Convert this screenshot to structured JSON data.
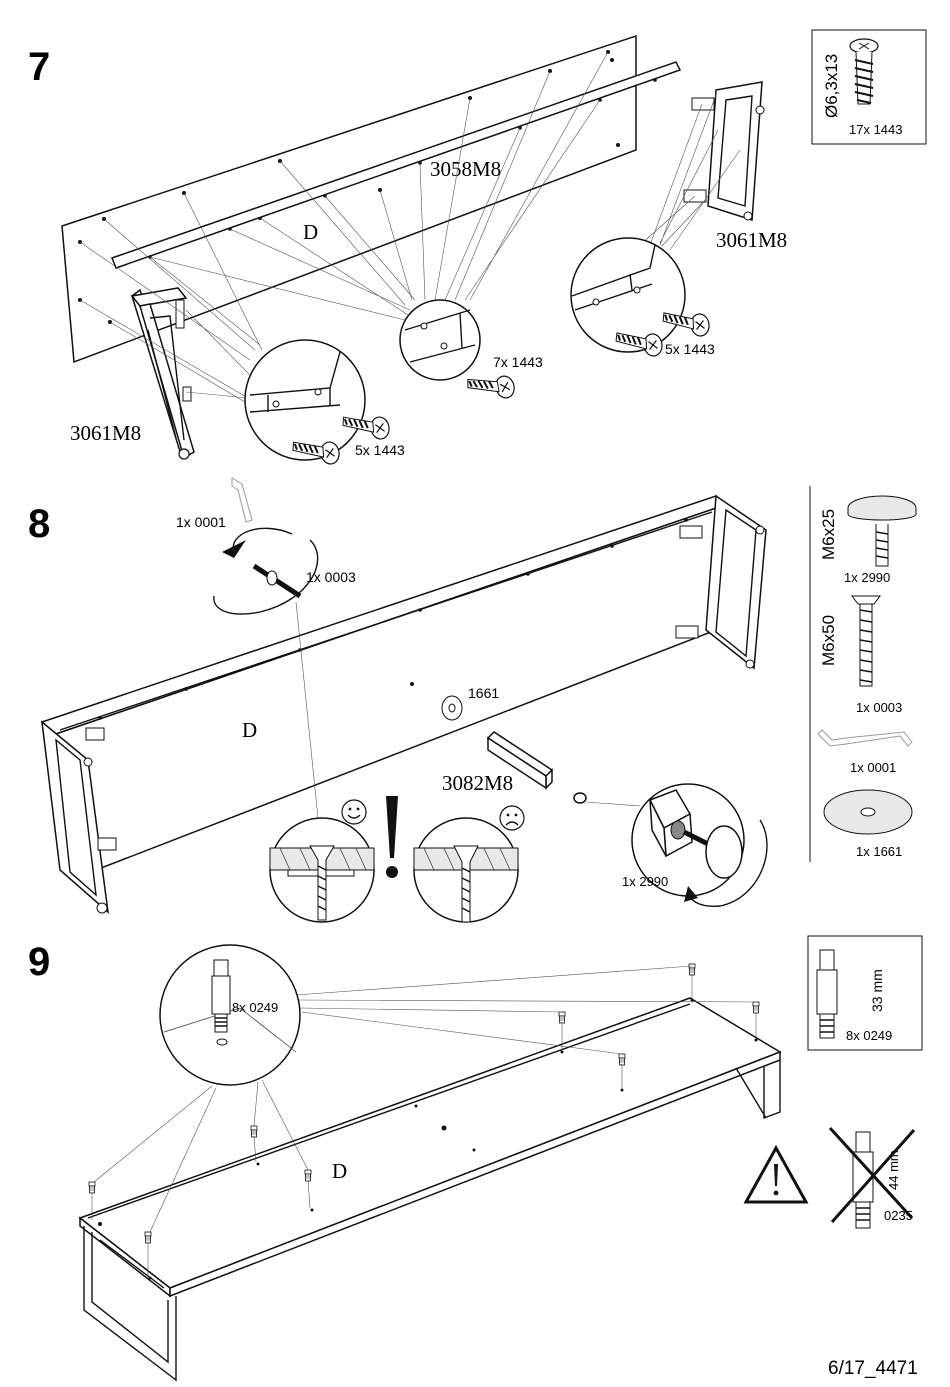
{
  "steps": [
    {
      "number": "7",
      "panel_label": "D",
      "rail_label": "3058M8",
      "frame_label_left": "3061M8",
      "frame_label_right": "3061M8",
      "callouts": [
        "5x 1443",
        "7x 1443",
        "5x 1443"
      ],
      "parts_box": {
        "size": "Ø6,3x13",
        "qty": "17x 1443"
      }
    },
    {
      "number": "8",
      "panel_label": "D",
      "part_label": "3082M8",
      "callouts": {
        "key": "1x 0001",
        "bolt": "1x 0003",
        "washer": "1661",
        "foot": "1x 2990"
      },
      "parts_box": [
        {
          "size": "M6x25",
          "qty": "1x 2990"
        },
        {
          "size": "M6x50",
          "qty": "1x 0003"
        },
        {
          "size": "",
          "qty": "1x 0001"
        },
        {
          "size": "",
          "qty": "1x 1661"
        }
      ]
    },
    {
      "number": "9",
      "panel_label": "D",
      "callout": "8x 0249",
      "parts_box": {
        "size": "33 mm",
        "qty": "8x 0249"
      },
      "wrong_part": {
        "size": "44 mm",
        "qty": "0235"
      }
    }
  ],
  "footer": "6/17_4471",
  "icons": [
    "screw-icon",
    "foot-glide-icon",
    "bolt-icon",
    "allen-key-icon",
    "washer-icon",
    "dowel-icon",
    "warning-icon",
    "happy-face-icon",
    "sad-face-icon",
    "exclamation-icon"
  ]
}
